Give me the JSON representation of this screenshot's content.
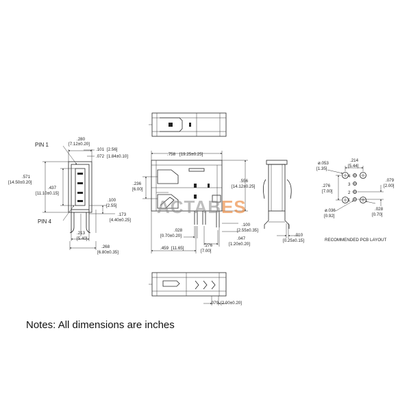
{
  "notes": "Notes: All dimensions are inches",
  "watermark": {
    "part1": "ACTAB",
    "part2": "ES",
    "accent": "#e8731a",
    "gray": "#8a8a8a"
  },
  "pins": {
    "pin1": "PIN 1",
    "pin4": "PIN 4"
  },
  "front_view": {
    "d280": ".280",
    "d280m": "[7.12±0.20]",
    "d101": ".101",
    "d101m": "[2.56]",
    "d072": ".072",
    "d072m": "[1.84±0.10]",
    "d571": ".571",
    "d571m": "[14.50±0.20]",
    "d437": ".437",
    "d437m": "[11.10±0.15]",
    "d100": ".100",
    "d100m": "[2.55]",
    "d173": ".173",
    "d173m": "[4.40±0.25]",
    "d213": ".213",
    "d213m": "[5.40]",
    "d268": ".268",
    "d268m": "[6.80±0.35]"
  },
  "side_view": {
    "d758": ".758",
    "d758m": "[19.25±0.25]",
    "d236": ".236",
    "d236m": "[6.00]",
    "d556": ".556",
    "d556m": "[14.12±0.25]",
    "d028": ".028",
    "d028m": "[0.70±0.20]",
    "d100": ".100",
    "d100m": "[2.55±0.35]",
    "d047": ".047",
    "d047m": "[1.20±0.20]",
    "d459": ".459",
    "d459m": "[11.65]",
    "d276": ".276",
    "d276m": "[7.00]"
  },
  "end_view": {
    "d010": ".010",
    "d010m": "[0.25±0.15]"
  },
  "bottom_view": {
    "d079": ".079",
    "d079m": "[2.00±0.20]"
  },
  "pcb_layout": {
    "title": "RECOMMENDED PCB LAYOUT",
    "d053": "ø.053",
    "d053m": "[1.35]",
    "d214": ".214",
    "d214m": "[5.44]",
    "d079": ".079",
    "d079m": "[2.00]",
    "d276": ".276",
    "d276m": "[7.00]",
    "d036": "ø.036",
    "d036m": "[0.92]",
    "d028": ".028",
    "d028m": "[0.70]",
    "pin4": "4",
    "pin3": "3",
    "pin2": "2",
    "pin1": "1"
  }
}
